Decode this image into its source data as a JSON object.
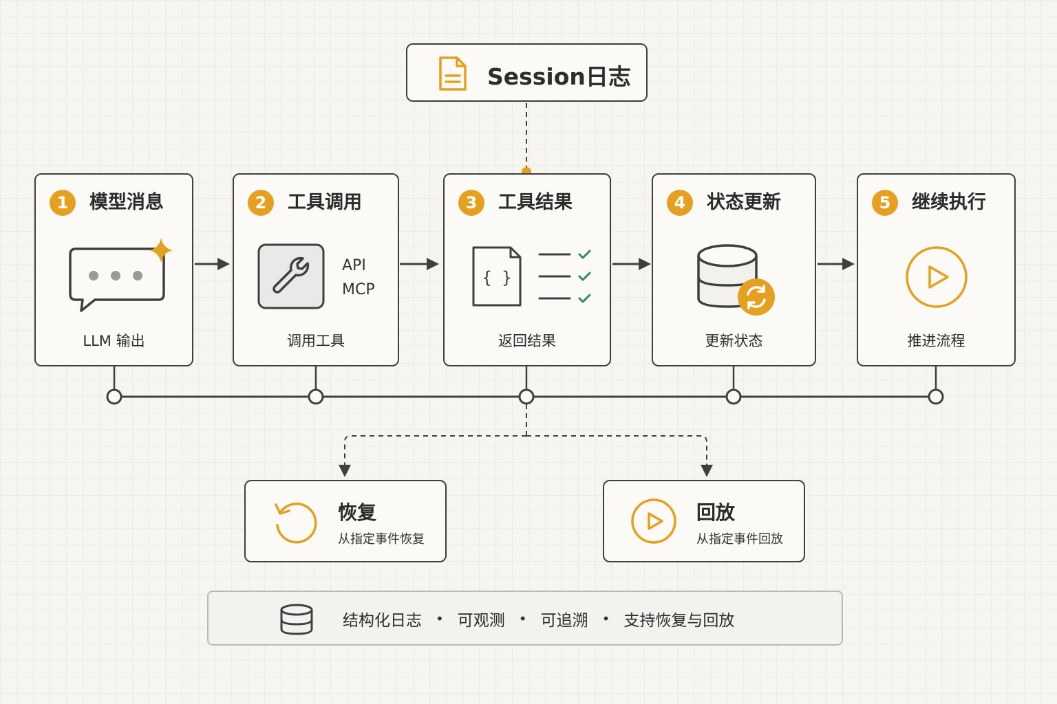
{
  "session": {
    "title": "Session日志",
    "icon": "document-icon"
  },
  "steps": [
    {
      "number": "1",
      "title": "模型消息",
      "caption": "LLM 输出",
      "icon": "chat-sparkle-icon"
    },
    {
      "number": "2",
      "title": "工具调用",
      "caption": "调用工具",
      "icon": "wrench-icon",
      "labels": [
        "API",
        "MCP"
      ]
    },
    {
      "number": "3",
      "title": "工具结果",
      "caption": "返回结果",
      "icon": "json-checklist-icon"
    },
    {
      "number": "4",
      "title": "状态更新",
      "caption": "更新状态",
      "icon": "database-sync-icon"
    },
    {
      "number": "5",
      "title": "继续执行",
      "caption": "推进流程",
      "icon": "play-circle-icon"
    }
  ],
  "actions": [
    {
      "title": "恢复",
      "subtitle": "从指定事件恢复",
      "icon": "restore-icon"
    },
    {
      "title": "回放",
      "subtitle": "从指定事件回放",
      "icon": "replay-icon"
    }
  ],
  "footer": {
    "icon": "database-icon",
    "items": [
      "结构化日志",
      "可观测",
      "可追溯",
      "支持恢复与回放"
    ],
    "separator": "•"
  },
  "colors": {
    "accent": "#e5a020",
    "stroke": "#3f3f3f",
    "check": "#2e8b57",
    "background": "#f7f5f0"
  }
}
